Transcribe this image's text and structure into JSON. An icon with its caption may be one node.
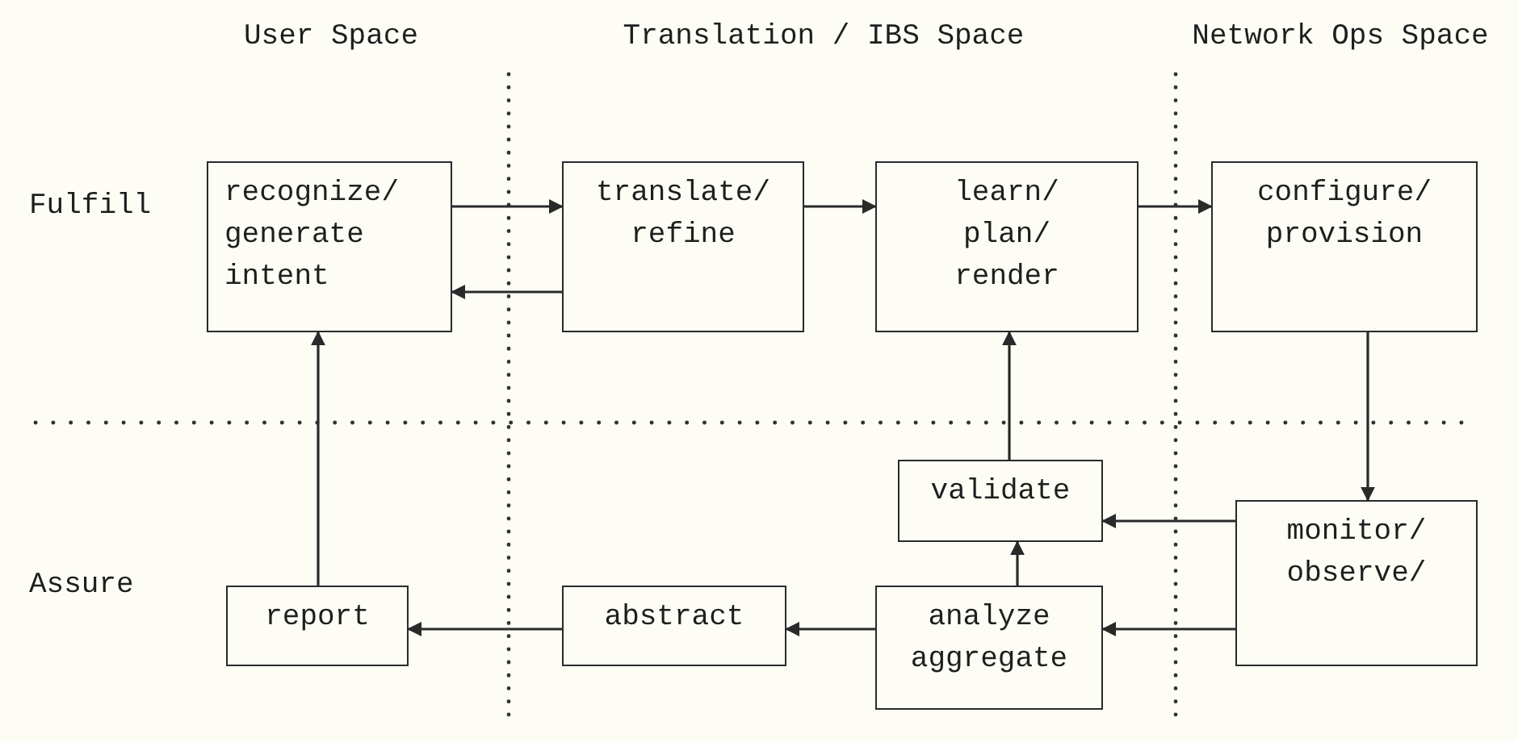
{
  "diagram": {
    "nodes": [
      {
        "text": [
          "recognize/ generate intent"
        ]
      },
      {
        "text": [
          "translate/ refine"
        ]
      },
      {
        "text": [
          "learn/ plan/ render"
        ]
      },
      {
        "text": [
          "configure/ provision"
        ]
      },
      {
        "text": [
          "validate"
        ]
      },
      {
        "text": [
          "monitor/ observe/"
        ]
      },
      {
        "text": [
          "report"
        ]
      },
      {
        "text": [
          "abstract"
        ]
      },
      {
        "text": [
          "analyze aggregate"
        ]
      }
    ],
    "edges": [
      {
        "from": 0,
        "to": 1,
        "arrow": "to"
      },
      {
        "from": 1,
        "to": 0,
        "arrow": "to"
      },
      {
        "from": 1,
        "to": 2,
        "arrow": "to"
      },
      {
        "from": 2,
        "to": 3,
        "arrow": "to"
      },
      {
        "from": 3,
        "to": 5,
        "arrow": "to"
      },
      {
        "from": 5,
        "to": 4,
        "arrow": "to"
      },
      {
        "from": 5,
        "to": 8,
        "arrow": "to"
      },
      {
        "from": 8,
        "to": 7,
        "arrow": "to"
      },
      {
        "from": 7,
        "to": 6,
        "arrow": "to"
      },
      {
        "from": 6,
        "to": 0,
        "arrow": "to"
      },
      {
        "from": 8,
        "to": 4,
        "arrow": "to"
      },
      {
        "from": 4,
        "to": 2,
        "arrow": "to"
      }
    ],
    "labels": [
      "User Space",
      "Translation / IBS Space",
      "Network Ops Space",
      "Fulfill",
      "Assure"
    ]
  }
}
